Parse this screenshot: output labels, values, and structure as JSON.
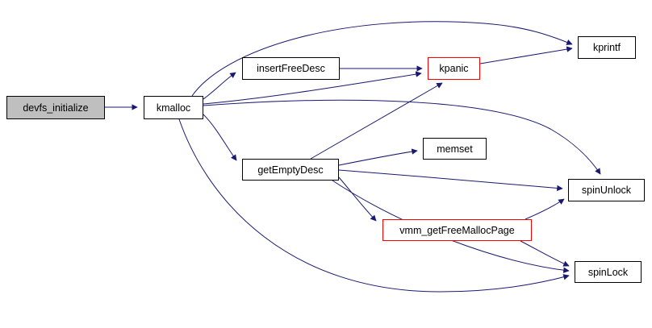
{
  "diagram": {
    "type": "call-graph",
    "colors": {
      "edge": "#191970",
      "node_border": "#000000",
      "highlight_border": "#ff0000",
      "root_fill": "#bfbfbf",
      "background": "#ffffff"
    },
    "nodes": {
      "devfs_initialize": {
        "label": "devfs_initialize"
      },
      "kmalloc": {
        "label": "kmalloc"
      },
      "insertFreeDesc": {
        "label": "insertFreeDesc"
      },
      "kpanic": {
        "label": "kpanic"
      },
      "kprintf": {
        "label": "kprintf"
      },
      "memset": {
        "label": "memset"
      },
      "getEmptyDesc": {
        "label": "getEmptyDesc"
      },
      "spinUnlock": {
        "label": "spinUnlock"
      },
      "vmm_getFreeMallocPage": {
        "label": "vmm_getFreeMallocPage"
      },
      "spinLock": {
        "label": "spinLock"
      }
    },
    "edges": [
      "devfs_initialize->kmalloc",
      "kmalloc->insertFreeDesc",
      "kmalloc->kpanic",
      "kmalloc->kprintf",
      "kmalloc->getEmptyDesc",
      "kmalloc->spinUnlock",
      "kmalloc->spinLock",
      "insertFreeDesc->kpanic",
      "kpanic->kprintf",
      "getEmptyDesc->kpanic",
      "getEmptyDesc->memset",
      "getEmptyDesc->spinUnlock",
      "getEmptyDesc->vmm_getFreeMallocPage",
      "getEmptyDesc->spinLock",
      "vmm_getFreeMallocPage->spinUnlock",
      "vmm_getFreeMallocPage->spinLock"
    ]
  }
}
